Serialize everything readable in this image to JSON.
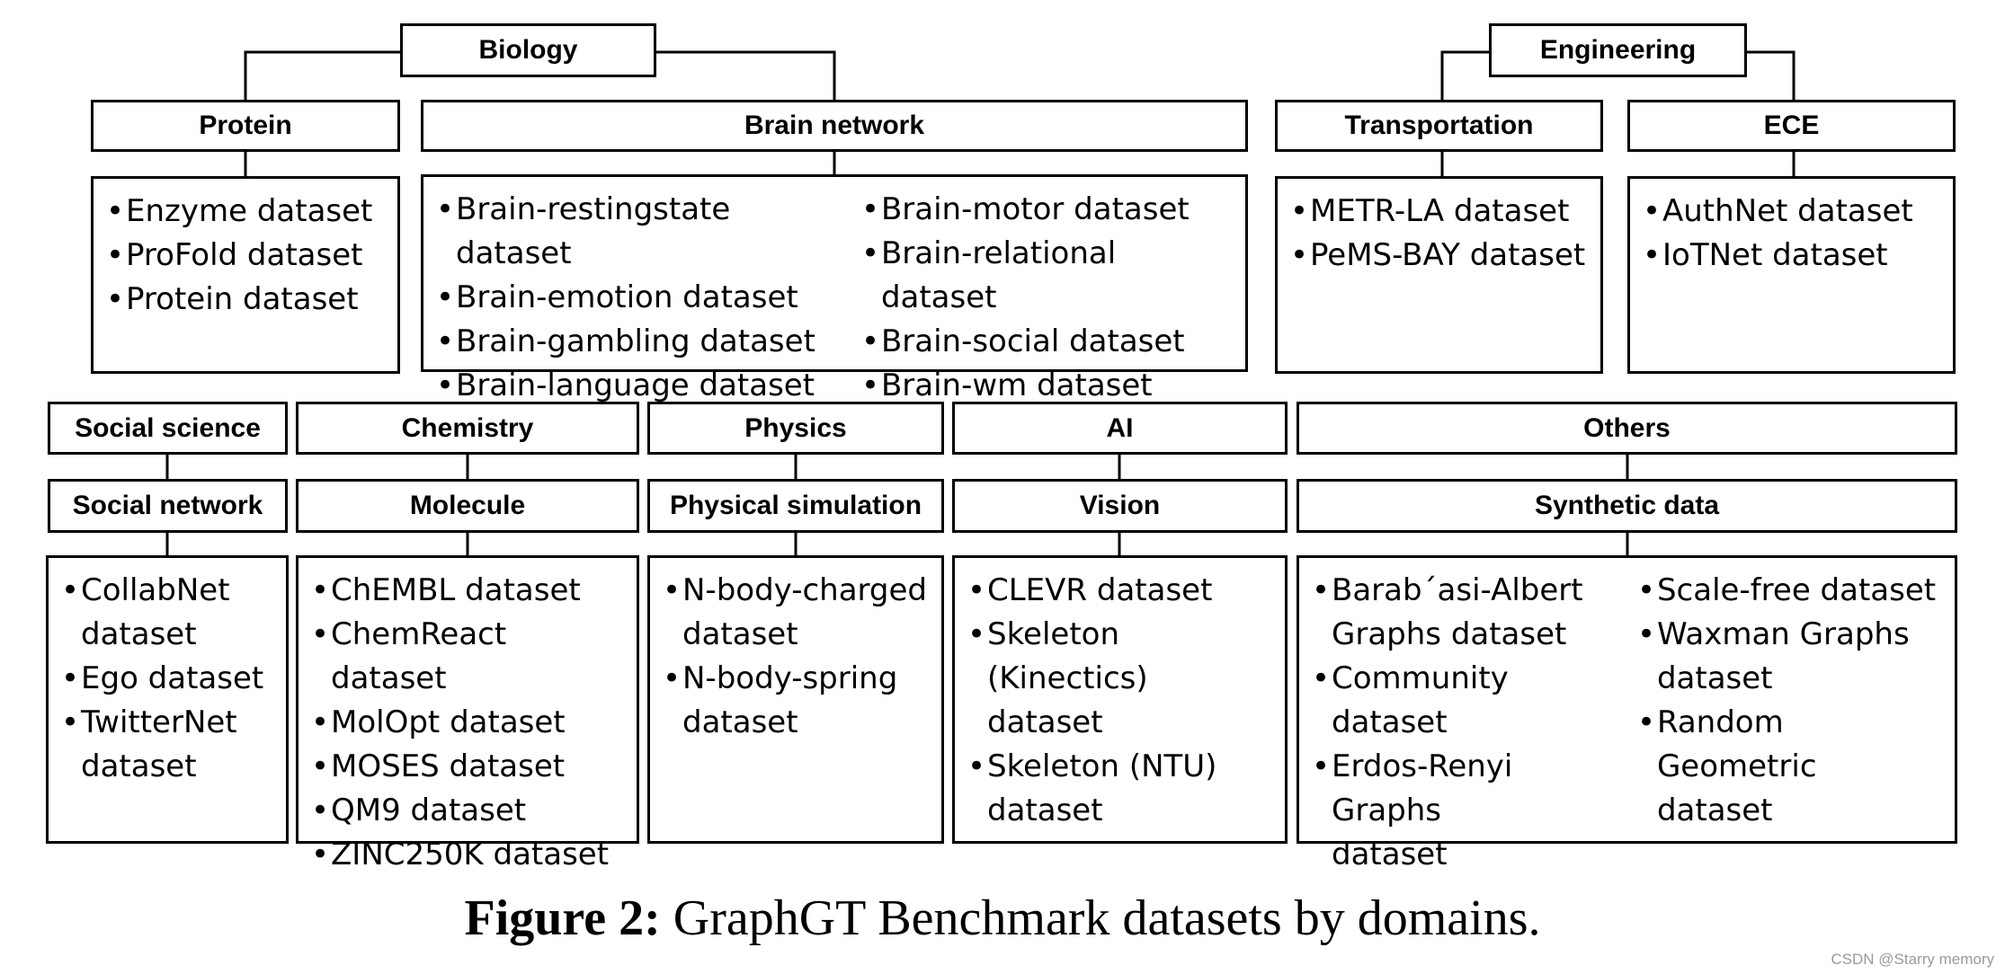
{
  "domains": {
    "biology": "Biology",
    "engineering": "Engineering",
    "social_science": "Social science",
    "chemistry": "Chemistry",
    "physics": "Physics",
    "ai": "AI",
    "others": "Others"
  },
  "categories": {
    "protein": "Protein",
    "brain_network": "Brain network",
    "transportation": "Transportation",
    "ece": "ECE",
    "social_network": "Social network",
    "molecule": "Molecule",
    "physical_simulation": "Physical simulation",
    "vision": "Vision",
    "synthetic_data": "Synthetic data"
  },
  "datasets": {
    "protein": [
      [
        "Enzyme dataset",
        "ProFold dataset",
        "Protein dataset"
      ]
    ],
    "brain_network": [
      [
        "Brain-restingstate dataset",
        "Brain-emotion dataset",
        "Brain-gambling dataset",
        "Brain-language dataset"
      ],
      [
        "Brain-motor dataset",
        "Brain-relational dataset",
        "Brain-social dataset",
        "Brain-wm dataset"
      ]
    ],
    "transportation": [
      [
        "METR-LA dataset",
        "PeMS-BAY dataset"
      ]
    ],
    "ece": [
      [
        "AuthNet dataset",
        "IoTNet dataset"
      ]
    ],
    "social_network": [
      [
        "CollabNet\ndataset",
        "Ego dataset",
        "TwitterNet\ndataset"
      ]
    ],
    "molecule": [
      [
        "ChEMBL dataset",
        "ChemReact dataset",
        "MolOpt dataset",
        "MOSES dataset",
        "QM9 dataset",
        "ZINC250K dataset"
      ]
    ],
    "physical_simulation": [
      [
        "N-body-charged\ndataset",
        "N-body-spring\ndataset"
      ]
    ],
    "vision": [
      [
        "CLEVR dataset",
        "Skeleton (Kinectics)\ndataset",
        "Skeleton (NTU)\ndataset"
      ]
    ],
    "synthetic_data": [
      [
        "Barab´asi-Albert\nGraphs dataset",
        "Community dataset",
        "Erdos-Renyi Graphs\ndataset"
      ],
      [
        "Scale-free dataset",
        "Waxman Graphs\ndataset",
        "Random Geometric\ndataset"
      ]
    ]
  },
  "caption": {
    "label": "Figure 2:",
    "text": " GraphGT Benchmark datasets by domains."
  },
  "watermark": "CSDN @Starry memory"
}
